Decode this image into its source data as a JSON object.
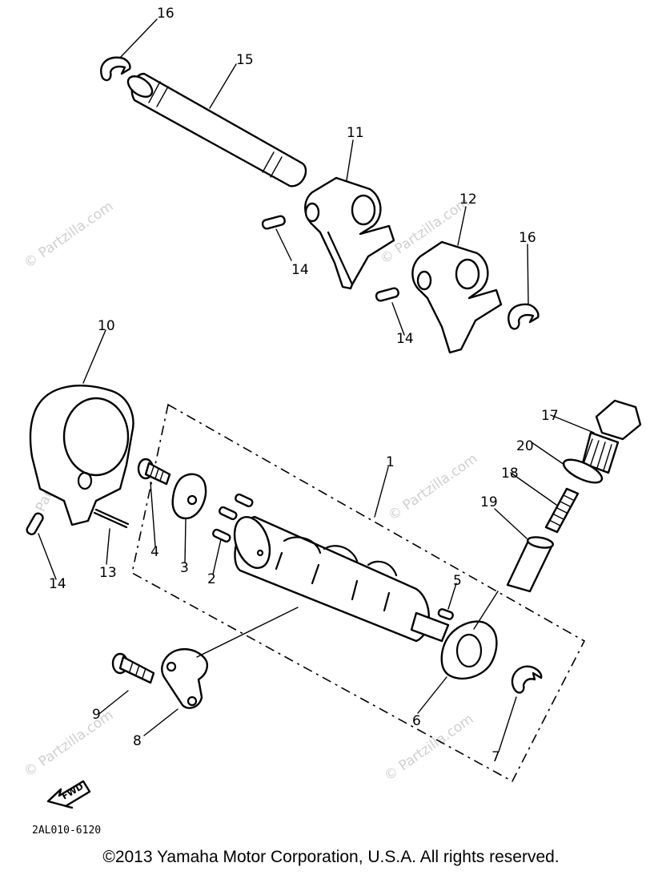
{
  "diagram": {
    "watermark": "© Partzilla.com",
    "diagram_code": "2AL010-6120",
    "fwd_label": "FWD",
    "copyright": "©2013 Yamaha Motor Corporation, U.S.A. All rights reserved.",
    "callouts": {
      "c1": "1",
      "c2": "2",
      "c3": "3",
      "c4": "4",
      "c5": "5",
      "c6": "6",
      "c7": "7",
      "c8": "8",
      "c9": "9",
      "c10": "10",
      "c11": "11",
      "c12": "12",
      "c13": "13",
      "c14a": "14",
      "c14b": "14",
      "c14c": "14",
      "c15": "15",
      "c16a": "16",
      "c16b": "16",
      "c17": "17",
      "c18": "18",
      "c19": "19",
      "c20": "20"
    }
  }
}
